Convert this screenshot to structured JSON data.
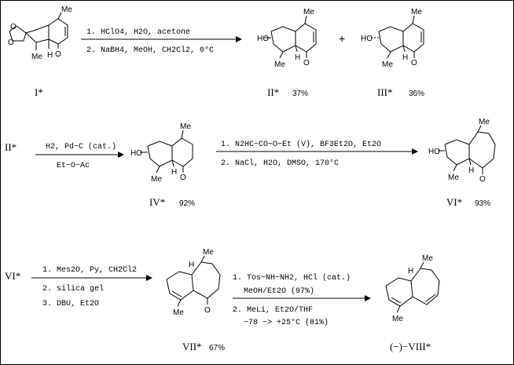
{
  "compounds": {
    "I": {
      "label": "I*"
    },
    "II": {
      "label": "II*",
      "yield": "37%"
    },
    "III": {
      "label": "III*",
      "yield": "36%"
    },
    "IV": {
      "label": "IV*",
      "yield": "92%"
    },
    "VI": {
      "label": "VI*",
      "yield": "93%"
    },
    "VII": {
      "label": "VII*",
      "yield": "67%"
    },
    "VIII": {
      "label": "(−)−VIII*"
    }
  },
  "row_labels": {
    "row2_start": "II*",
    "row3_start": "VI*"
  },
  "plus": "+",
  "atoms": {
    "me": "Me",
    "h": "H",
    "o": "O",
    "ho": "HO"
  },
  "reactions": {
    "r1": {
      "step1": "1. HClO4, H2O, acetone",
      "step2": "2. NaBH4, MeOH, CH2Cl2,   0°C"
    },
    "r2": {
      "top": "H2, Pd−C (cat.)",
      "bottom": "Et−O−Ac"
    },
    "r3": {
      "step1": "1. N2HC−CO−O−Et (V), BF3Et2O, Et2O",
      "step2": "2. NaCl, H2O, DMSO,   170°C"
    },
    "r4": {
      "step1": "1. Mes2O, Py, CH2Cl2",
      "step2": "2. silica gel",
      "step3": "3. DBU, Et2O"
    },
    "r5": {
      "step1": "1. Tos−NH−NH2, HCl (cat.)",
      "step1b": "MeOH/Et2O (97%)",
      "step2": "2. MeLi, Et2O/THF",
      "step2b": "−78 −> +25°C (81%)"
    }
  }
}
